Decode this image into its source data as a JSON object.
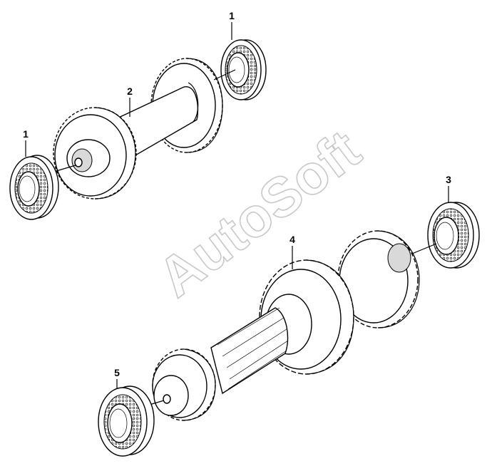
{
  "diagram": {
    "watermark": "AutoSoft",
    "callouts": [
      {
        "id": "c1a",
        "label": "1"
      },
      {
        "id": "c1b",
        "label": "1"
      },
      {
        "id": "c2",
        "label": "2"
      },
      {
        "id": "c3",
        "label": "3"
      },
      {
        "id": "c4",
        "label": "4"
      },
      {
        "id": "c5",
        "label": "5"
      }
    ]
  }
}
